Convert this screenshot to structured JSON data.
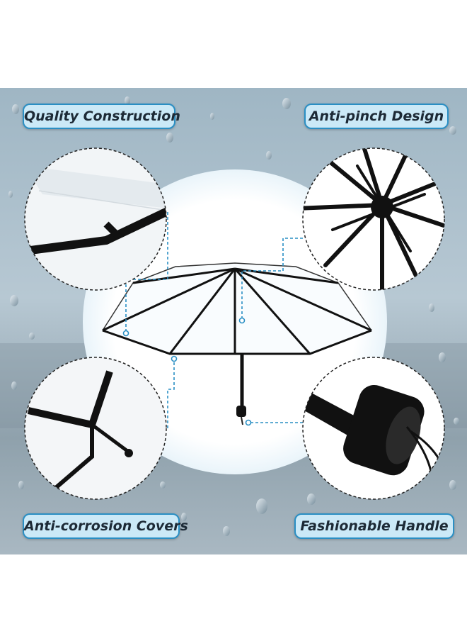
{
  "features": {
    "top_left": "Quality Construction",
    "top_right": "Anti-pinch Design",
    "bottom_left": "Anti-corrosion Covers",
    "bottom_right": "Fashionable Handle"
  },
  "colors": {
    "pill_fill": "#cbe9f7",
    "pill_border": "#2a8fc4",
    "connector": "#2a8fc4",
    "umbrella_trim": "#111111"
  },
  "icons": [
    "umbrella",
    "canopy-edge-closeup",
    "rib-hub-closeup",
    "rib-tip-closeup",
    "handle-closeup"
  ]
}
